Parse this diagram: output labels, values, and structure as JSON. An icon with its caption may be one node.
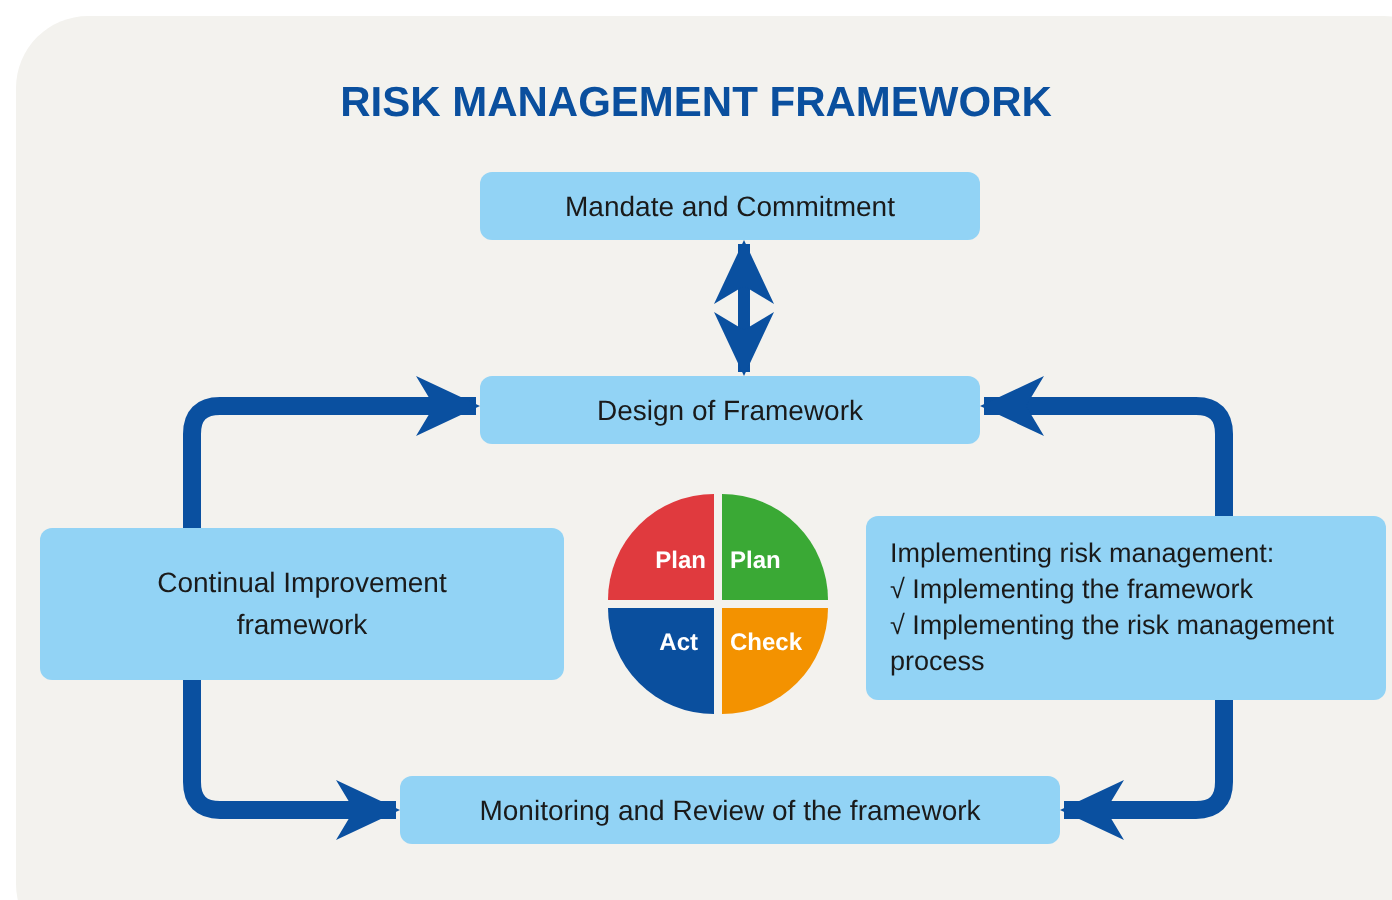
{
  "diagram": {
    "title": "RISK MANAGEMENT FRAMEWORK",
    "nodes": [
      {
        "text": [
          "Mandate and Commitment"
        ]
      },
      {
        "text": [
          "Design of Framework"
        ]
      },
      {
        "text": [
          "Continual Improvement framework"
        ]
      },
      {
        "text": [
          "Implementing risk management:",
          "√ Implementing the framework",
          "√ Implementing the risk management process"
        ]
      },
      {
        "text": [
          "Monitoring and Review of the framework"
        ]
      },
      {
        "text": [
          "Plan"
        ]
      },
      {
        "text": [
          "Plan"
        ]
      },
      {
        "text": [
          "Act"
        ]
      },
      {
        "text": [
          "Check"
        ]
      }
    ],
    "edges": [
      {
        "from": 0,
        "to": 1,
        "arrow": "both"
      },
      {
        "from": 2,
        "to": 1,
        "arrow": "to"
      },
      {
        "from": 2,
        "to": 4,
        "arrow": "to"
      },
      {
        "from": 3,
        "to": 1,
        "arrow": "to"
      },
      {
        "from": 3,
        "to": 4,
        "arrow": "to"
      }
    ]
  }
}
